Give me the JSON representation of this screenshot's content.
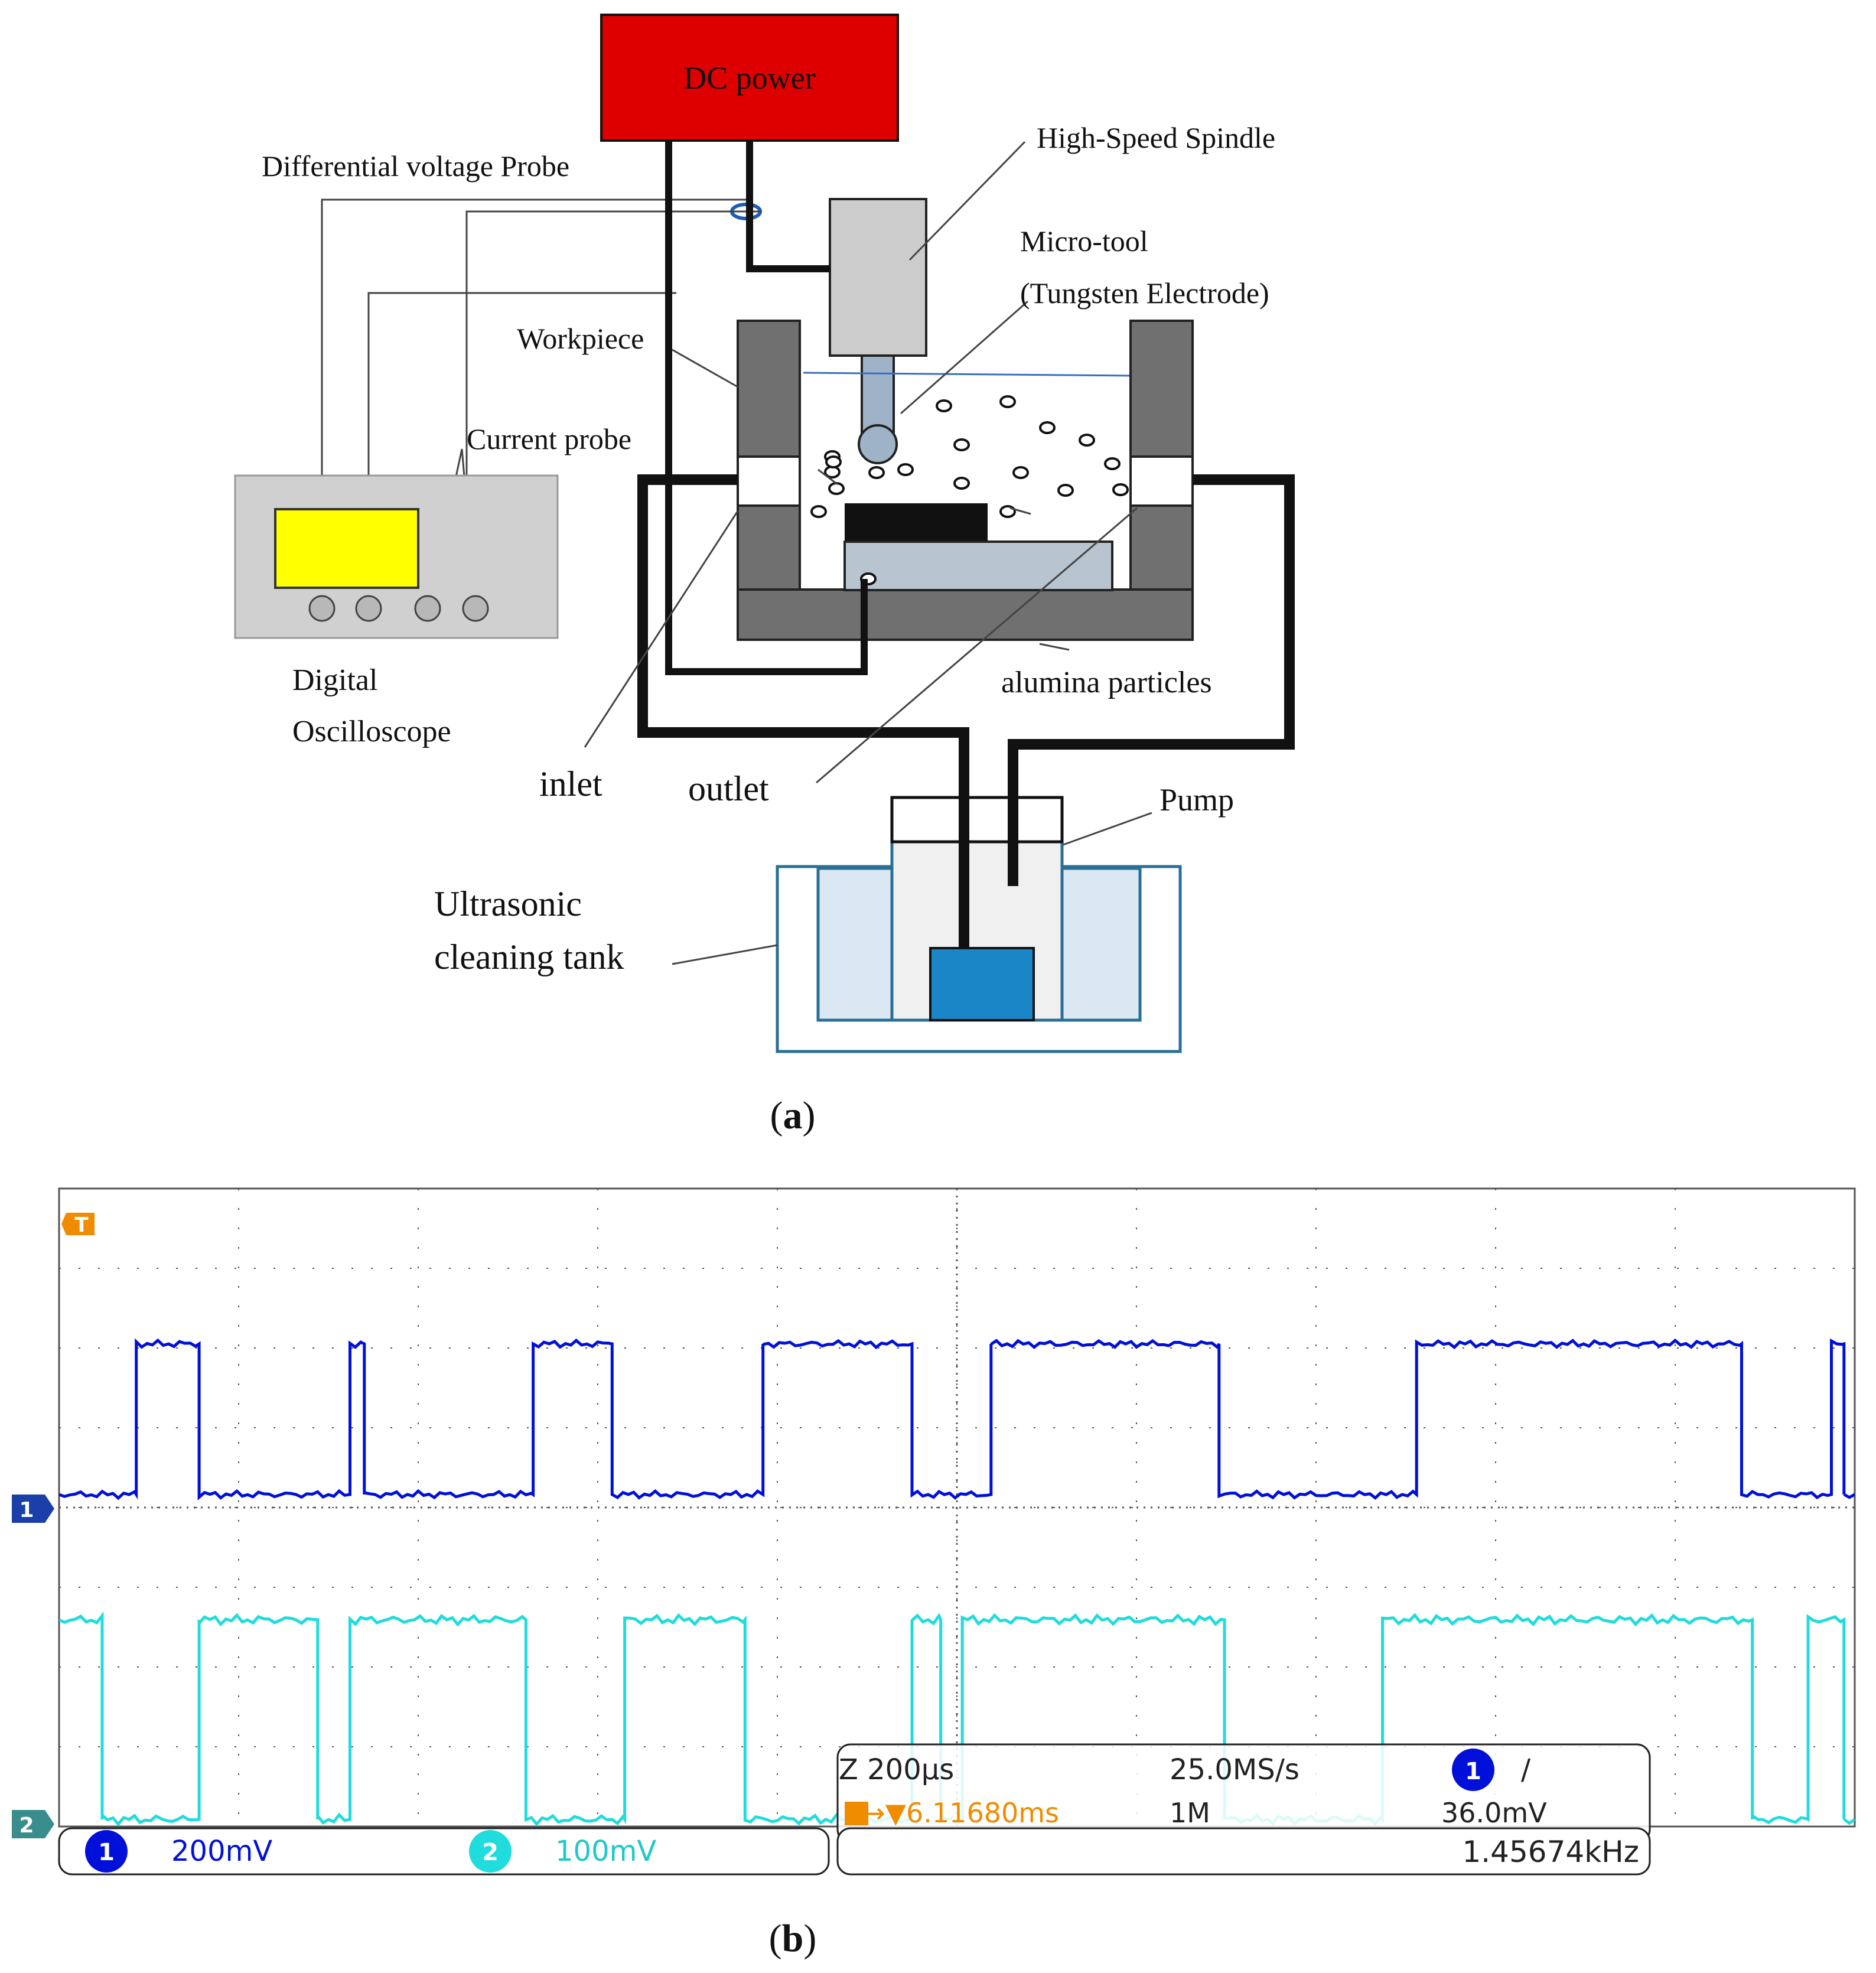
{
  "panel_a": {
    "caption_open": "(",
    "caption_letter": "a",
    "caption_close": ")",
    "labels": {
      "dc_power": "DC power",
      "diff_probe": "Differential voltage Probe",
      "spindle": "High-Speed Spindle",
      "micro_tool_1": "Micro-tool",
      "micro_tool_2": "(Tungsten Electrode)",
      "workpiece": "Workpiece",
      "current_probe": "Current probe",
      "oscilloscope_1": "Digital",
      "oscilloscope_2": "Oscilloscope",
      "alumina": "alumina particles",
      "inlet": "inlet",
      "outlet": "outlet",
      "pump": "Pump",
      "tank_1": "Ultrasonic",
      "tank_2": "cleaning tank"
    },
    "colors": {
      "dc_power": "#de0000",
      "oscilloscope_body": "#d0d0d0",
      "oscilloscope_screen": "#ffff00",
      "fixture": "#707070",
      "spindle": "#cccccc",
      "tool": "#9fb3c8",
      "workpiece": "#b8c4d0",
      "tank_water": "#dbe8f3",
      "pump_motor": "#1a86c8"
    }
  },
  "panel_b": {
    "caption_open": "(",
    "caption_letter": "b",
    "caption_close": ")",
    "trigger_marker": "T",
    "ch1_marker": "1",
    "ch2_marker": "2",
    "readout": {
      "zoom": "Z 200µs",
      "sample_rate": "25.0MS/s",
      "trigger_pos": "T→▼6.11680ms",
      "record_length": "1M",
      "trigger_channel": "1",
      "trigger_slope": "/",
      "trigger_level": "36.0mV",
      "frequency": "1.45674kHz",
      "ch1_num": "1",
      "ch1_scale": "200mV",
      "ch2_num": "2",
      "ch2_scale": "100mV"
    },
    "colors": {
      "ch1": "#0010d8",
      "ch2": "#20dcdc",
      "trigger": "#f08c00",
      "grid": "#555555"
    },
    "waveforms": {
      "ch1_transitions": [
        0.043,
        0.078,
        0.162,
        0.17,
        0.264,
        0.308,
        0.392,
        0.475,
        0.519,
        0.646,
        0.756,
        0.937,
        0.987,
        0.994
      ],
      "ch1_start_state": 0,
      "ch2_transitions": [
        0.024,
        0.078,
        0.144,
        0.162,
        0.26,
        0.315,
        0.382,
        0.475,
        0.491,
        0.503,
        0.649,
        0.737,
        0.943,
        0.974,
        0.994
      ],
      "ch2_start_state": 1
    }
  }
}
